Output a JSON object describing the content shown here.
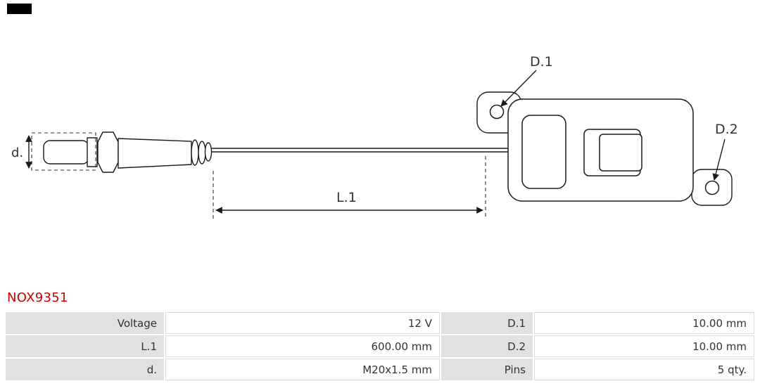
{
  "diagram": {
    "labels": {
      "d": "d.",
      "l1": "L.1",
      "d1": "D.1",
      "d2": "D.2"
    }
  },
  "part_number": "NOX9351",
  "colors": {
    "part_number": "#cc0000",
    "table_label_bg": "#e1e1e1",
    "line": "#1a1a1a"
  },
  "table": {
    "rows": [
      {
        "label1": "Voltage",
        "value1": "12 V",
        "label2": "D.1",
        "value2": "10.00 mm"
      },
      {
        "label1": "L.1",
        "value1": "600.00 mm",
        "label2": "D.2",
        "value2": "10.00 mm"
      },
      {
        "label1": "d.",
        "value1": "M20x1.5 mm",
        "label2": "Pins",
        "value2": "5 qty."
      }
    ]
  }
}
